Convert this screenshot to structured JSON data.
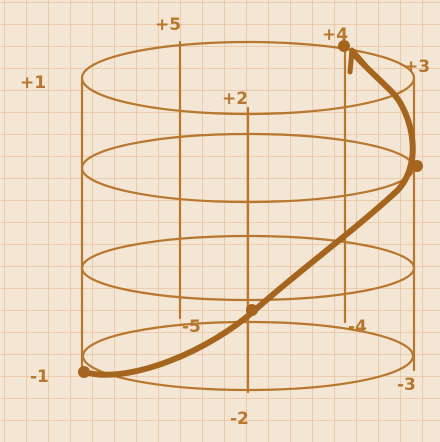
{
  "colors": {
    "paper": "#f3e6d4",
    "grid": "#e3b383",
    "ink": "#b7772e",
    "ink_dark": "#a5651f"
  },
  "labels": {
    "top_left": "+1",
    "top_mid": "+5",
    "inner_mid": "+2",
    "top_right_front": "+4",
    "top_right_edge": "+3",
    "bottom_left": "-1",
    "bottom_mid": "-2",
    "bottom_right": "-3",
    "inner_left": "-5",
    "inner_right": "-4"
  }
}
